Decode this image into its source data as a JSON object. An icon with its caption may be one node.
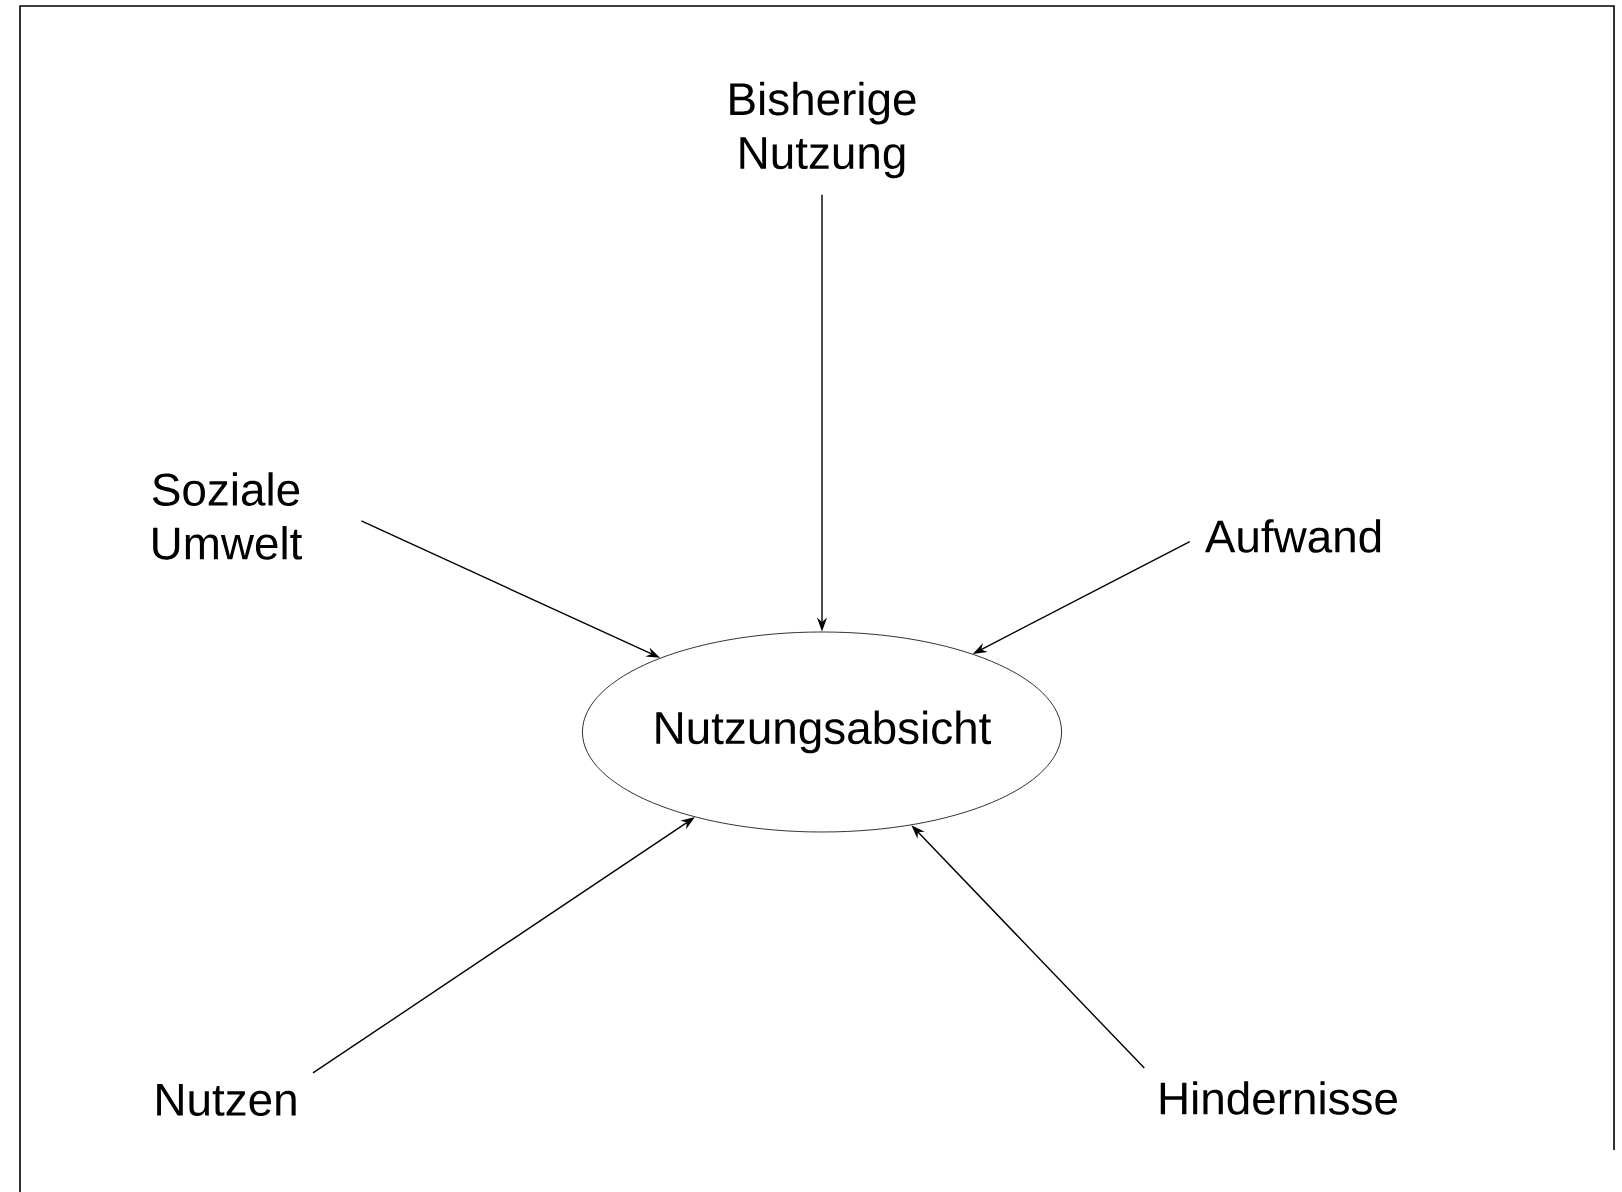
{
  "diagram": {
    "nodes": [
      {
        "text": [
          "Bisherige Nutzung"
        ]
      },
      {
        "text": [
          "Soziale Umwelt"
        ]
      },
      {
        "text": [
          "Aufwand"
        ]
      },
      {
        "text": [
          "Nutzungsabsicht"
        ]
      },
      {
        "text": [
          "Nutzen"
        ]
      },
      {
        "text": [
          "Hindernisse"
        ]
      }
    ],
    "edges": [
      {
        "from": 0,
        "to": 3,
        "arrow": "to"
      },
      {
        "from": 1,
        "to": 3,
        "arrow": "to"
      },
      {
        "from": 2,
        "to": 3,
        "arrow": "to"
      },
      {
        "from": 4,
        "to": 3,
        "arrow": "to"
      },
      {
        "from": 5,
        "to": 3,
        "arrow": "to"
      }
    ]
  }
}
